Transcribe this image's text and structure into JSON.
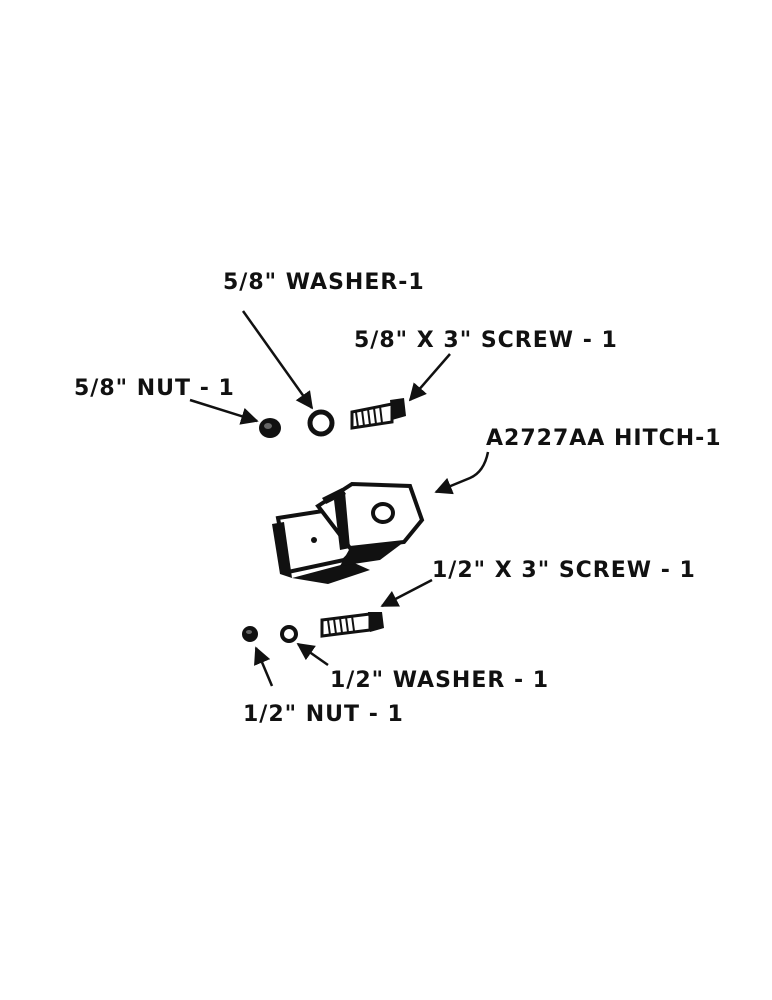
{
  "labels": {
    "washer_58": "5/8\" WASHER-1",
    "screw_58": "5/8\" X 3\" SCREW - 1",
    "nut_58": "5/8\" NUT - 1",
    "hitch": "A2727AA HITCH-1",
    "screw_12": "1/2\" X 3\" SCREW - 1",
    "washer_12": "1/2\" WASHER - 1",
    "nut_12": "1/2\" NUT - 1"
  },
  "colors": {
    "ink": "#111111",
    "paper": "#ffffff"
  }
}
